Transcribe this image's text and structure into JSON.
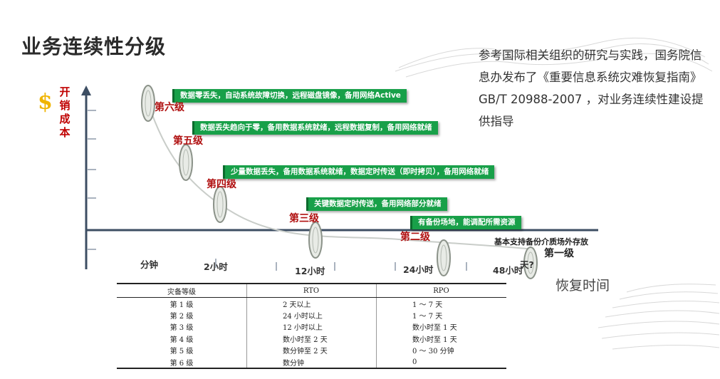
{
  "page": {
    "title": "业务连续性分级",
    "description": "参考国际相关组织的研究与实践，国务院信息办发布了《重要信息系统灾难恢复指南》 GB/T 20988-2007 ，对业务连续性建设提供指导"
  },
  "diagram": {
    "y_axis_label": "开销成本",
    "x_axis_label": "恢复时间",
    "time_ticks": [
      "分钟",
      "2小时",
      "12小时",
      "24小时",
      "48小时",
      "天?"
    ],
    "levels": [
      {
        "label": "第六级",
        "callout": "数据零丢失，自动系统故障切换，远程磁盘镜像，备用网络Active"
      },
      {
        "label": "第五级",
        "callout": "数据丢失趋向于零，备用数据系统就绪，远程数据复制，备用网络就绪"
      },
      {
        "label": "第四级",
        "callout": "少量数据丢失，备用数据系统就绪，数据定时传送（即时拷贝），备用网络就绪"
      },
      {
        "label": "第三级",
        "callout": "关键数据定时传送，备用网络部分就绪"
      },
      {
        "label": "第二级",
        "callout": "有备份场地，能调配所需资源"
      },
      {
        "label": "第一级",
        "callout": "基本支持备份介质场外存放"
      }
    ],
    "colors": {
      "callout": "#18a049",
      "level_text": "#b01010",
      "axis": "#3d4e63",
      "dollar": "#f0b400"
    }
  },
  "table": {
    "headers": [
      "灾备等级",
      "RTO",
      "RPO"
    ],
    "rows": [
      [
        "第 1 级",
        "2 天以上",
        "1 ～ 7 天"
      ],
      [
        "第 2 级",
        "24 小时以上",
        "1 ～ 7 天"
      ],
      [
        "第 3 级",
        "12 小时以上",
        "数小时至 1 天"
      ],
      [
        "第 4 级",
        "数小时至 2 天",
        "数小时至 1 天"
      ],
      [
        "第 5 级",
        "数分钟至 2 天",
        "0 ～ 30 分钟"
      ],
      [
        "第 6 级",
        "数分钟",
        "0"
      ]
    ]
  }
}
